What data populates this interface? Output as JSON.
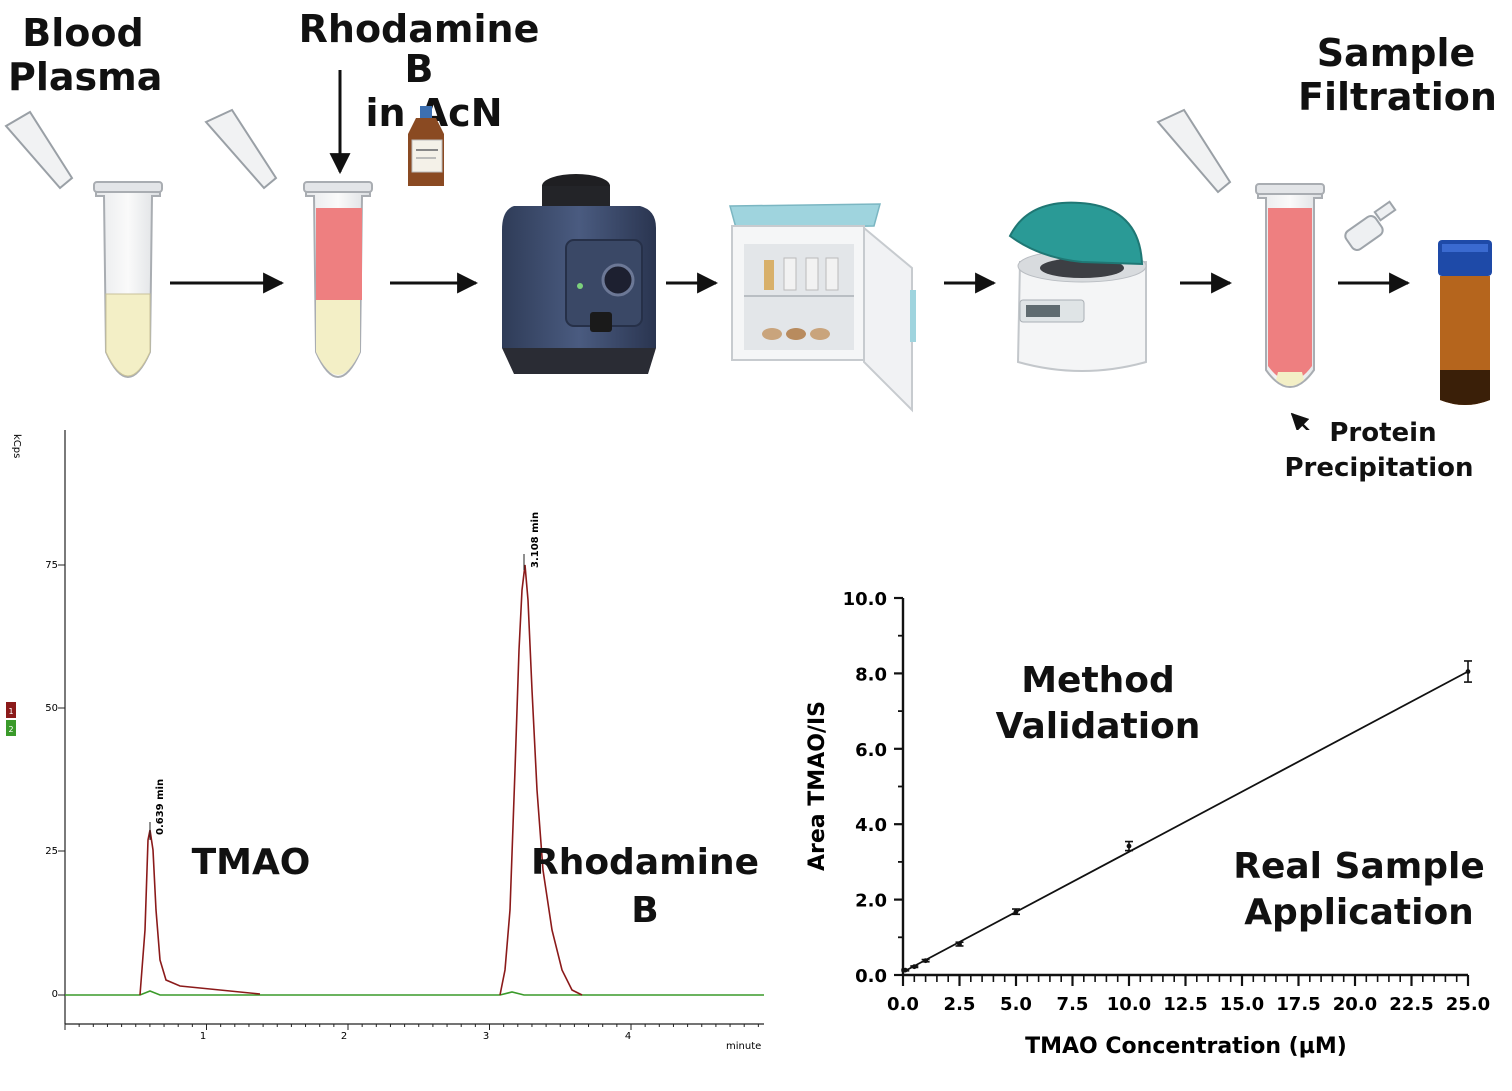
{
  "workflow": {
    "step1_label_line1": "Blood",
    "step1_label_line2": "Plasma",
    "step2_label_line1": "Rhodamine B",
    "step2_label_line2": "in AcN",
    "step3_label_line1": "Sample",
    "step3_label_line2": "Filtration",
    "precip_label_line1": "Protein",
    "precip_label_line2": "Precipitation",
    "colors": {
      "plasma": "#f3efc6",
      "reagent": "#ee7f80",
      "vial_cap": "#1e4aa8",
      "vial_body": "#b5651d",
      "vortex": "#3c4b6b",
      "fridge_top": "#9fd4de",
      "centrifuge_lid": "#2a9a96"
    }
  },
  "chromatogram": {
    "y_unit": "kCps",
    "x_unit": "minute",
    "y_ticks": [
      "75",
      "50",
      "25",
      "0"
    ],
    "x_ticks": [
      "1",
      "2",
      "3",
      "4"
    ],
    "peak1_time": "0.639 min",
    "peak2_time": "3.108 min",
    "peak1_name": "TMAO",
    "peak2_name_line1": "Rhodamine",
    "peak2_name_line2": "B",
    "legend_marks": [
      "1",
      "2"
    ],
    "colors": {
      "trace1": "#8b1a1a",
      "trace2": "#3a9a2a"
    }
  },
  "validation_labels": {
    "method_line1": "Method",
    "method_line2": "Validation",
    "real_line1": "Real Sample",
    "real_line2": "Application"
  },
  "chart_data": {
    "type": "scatter",
    "xlabel": "TMAO Concentration (µM)",
    "ylabel": "Area TMAO/IS",
    "xlim": [
      0,
      25
    ],
    "ylim": [
      0,
      10
    ],
    "x_ticks": [
      "0.0",
      "2.5",
      "5.0",
      "7.5",
      "10.0",
      "12.5",
      "15.0",
      "17.5",
      "20.0",
      "22.5",
      "25.0"
    ],
    "y_ticks": [
      "0.0",
      "2.0",
      "4.0",
      "6.0",
      "8.0",
      "10.0"
    ],
    "series": [
      {
        "x": [
          0.1,
          0.5,
          1.0,
          2.5,
          5.0,
          10.0,
          25.0
        ],
        "y": [
          0.13,
          0.22,
          0.38,
          0.82,
          1.68,
          3.42,
          8.05
        ],
        "err": [
          0.02,
          0.02,
          0.03,
          0.05,
          0.07,
          0.12,
          0.28
        ]
      }
    ],
    "fit_line": {
      "x": [
        0,
        25
      ],
      "y": [
        0.08,
        8.05
      ]
    }
  }
}
